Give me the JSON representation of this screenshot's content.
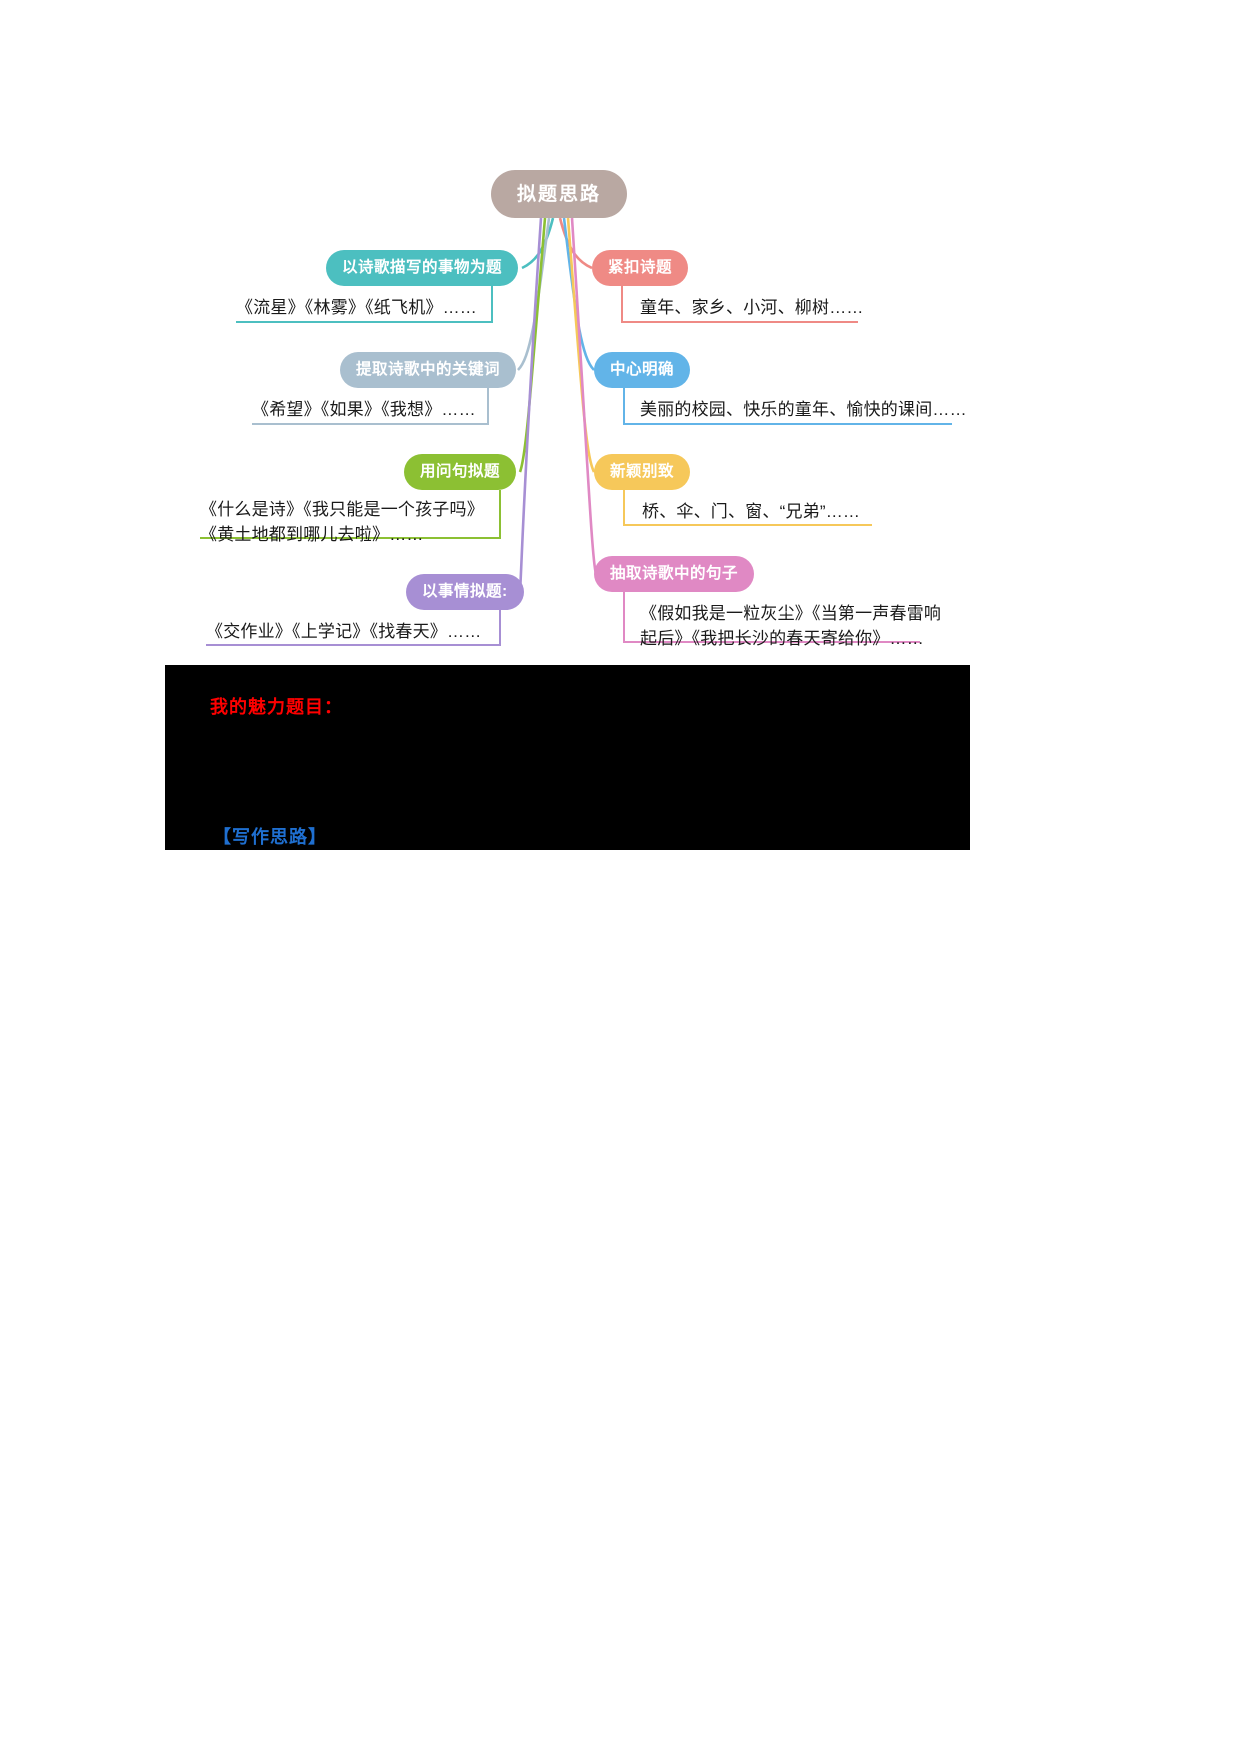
{
  "document": {
    "type": "mindmap-worksheet"
  },
  "mindmap": {
    "root": {
      "label": "拟题思路",
      "color": "#b9a8a2"
    },
    "left_branches": [
      {
        "label": "以诗歌描写的事物为题",
        "color": "#4cbfc0",
        "examples": "《流星》《林雾》《纸飞机》……"
      },
      {
        "label": "提取诗歌中的关键词",
        "color": "#a9bfcf",
        "examples": "《希望》《如果》《我想》……"
      },
      {
        "label": "用问句拟题",
        "color": "#8cc033",
        "examples_line1": "《什么是诗》《我只能是一个孩子吗》",
        "examples_line2": "《黄土地都到哪儿去啦》……"
      },
      {
        "label": "以事情拟题:",
        "color": "#a78fd4",
        "examples": "《交作业》《上学记》《找春天》……"
      }
    ],
    "right_branches": [
      {
        "label": "紧扣诗题",
        "color": "#ef8a85",
        "examples": "童年、家乡、小河、柳树……"
      },
      {
        "label": "中心明确",
        "color": "#62b4e8",
        "examples": "美丽的校园、快乐的童年、愉快的课间……"
      },
      {
        "label": "新颖别致",
        "color": "#f6c85a",
        "examples": "桥、伞、门、窗、“兄弟”……"
      },
      {
        "label": "抽取诗歌中的句子",
        "color": "#e089c4",
        "examples_line1": "《假如我是一粒灰尘》《当第一声春雷响",
        "examples_line2": "起后》《我把长沙的春天寄给你》……"
      }
    ]
  },
  "black_box": {
    "title": "我的魅力题目：",
    "subtitle": "【写作思路】",
    "title_color": "#ff0000",
    "subtitle_color": "#1f6fd0",
    "background": "#000000"
  }
}
